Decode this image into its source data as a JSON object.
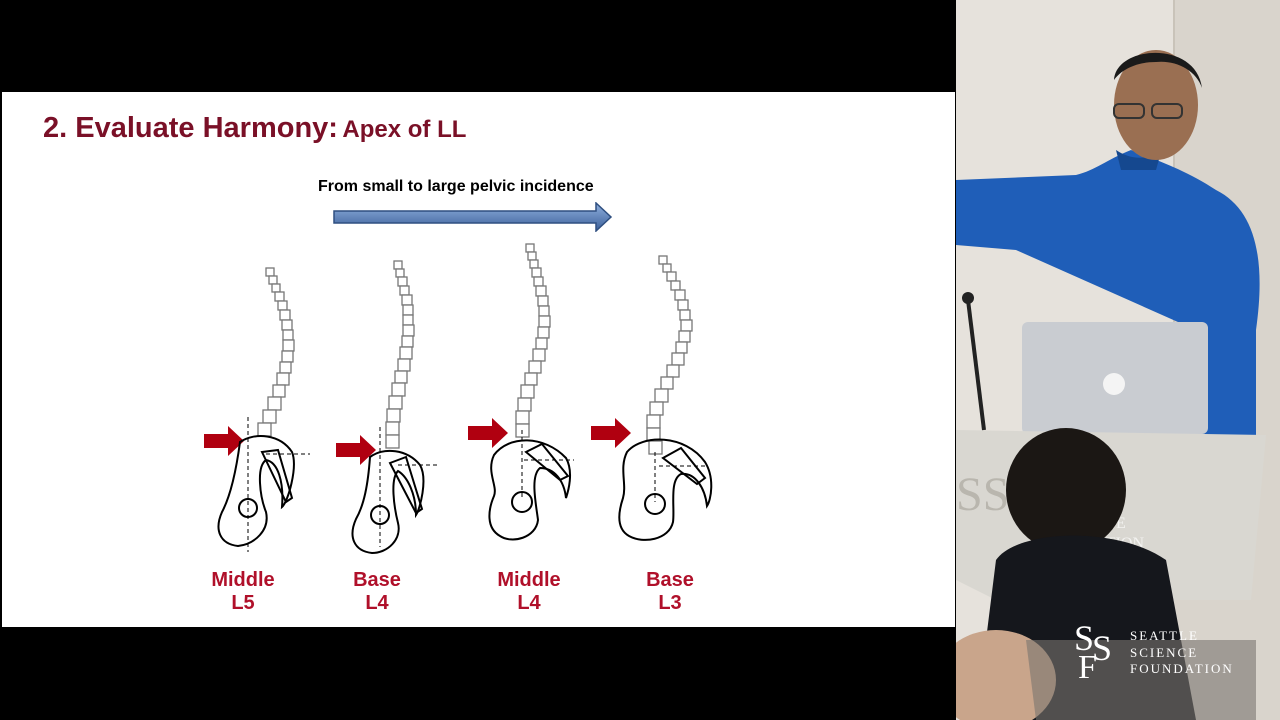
{
  "slide": {
    "title_main": "2. Evaluate Harmony:",
    "title_sub": "Apex of LL",
    "arrow_caption": "From small to large pelvic incidence",
    "figures": [
      {
        "label_line1": "Middle",
        "label_line2": "L5"
      },
      {
        "label_line1": "Base",
        "label_line2": "L4"
      },
      {
        "label_line1": "Middle",
        "label_line2": "L4"
      },
      {
        "label_line1": "Base",
        "label_line2": "L3"
      }
    ],
    "colors": {
      "title": "#7a1027",
      "label": "#b0102a",
      "pointer_arrow": "#b00010",
      "pi_arrow": "#5b7fb8"
    }
  },
  "logo": {
    "line1": "SEATTLE",
    "line2": "SCIENCE",
    "line3": "FOUNDATION"
  }
}
